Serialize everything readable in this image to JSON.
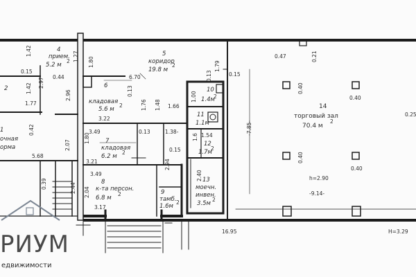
{
  "rooms": {
    "priem": {
      "number": "4",
      "name": "прием.",
      "area": "5.2 м"
    },
    "koridor": {
      "number": "5",
      "name": "коридор",
      "area": "19.8 м"
    },
    "kladovaya6": {
      "number": "6",
      "name": "кладовая",
      "area": "5.6 м"
    },
    "kladovaya7": {
      "number": "7",
      "name": "кладовая",
      "area": "6.2 м"
    },
    "personal": {
      "number": "8",
      "name": "к-та персон.",
      "area": "6.8 м"
    },
    "tambur": {
      "number": "9",
      "name": "тамб.",
      "area": "1.6м"
    },
    "room10": {
      "number": "10",
      "area": "1.4м"
    },
    "room11": {
      "number": "11",
      "area": "1.1м"
    },
    "room12": {
      "number": "12",
      "area": "1.7м"
    },
    "moechn": {
      "number": "13",
      "name1": "моечн.",
      "name2": "инвен.",
      "area": "3.5м"
    },
    "torg": {
      "number": "14",
      "name": "торговый зал",
      "area": "70.4 м"
    },
    "left_room": {
      "name1": "очная",
      "name2": "орма"
    },
    "left_num2": "2",
    "left_num1": "1"
  },
  "sup": "2",
  "dims": {
    "d1_42a": "1.42",
    "d1_42b": "1.42",
    "d0_15a": "0.15",
    "d2_97": "2.97",
    "d0_44": "0.44",
    "d1_27": "1.27",
    "d1_80a": "1.80",
    "d1_77": "1.77",
    "d2_96": "2.96",
    "d0_42": "0.42",
    "d2_07": "2.07",
    "d5_68": "5.68",
    "d0_39": "0.39",
    "d2_44": "2.44",
    "d6_70": "6.70",
    "d0_13a": "0.13",
    "d1_76": "1.76",
    "d1_48": "1.48",
    "d1_66": "1.66",
    "d3_22": "3.22",
    "d3_49a": "3.49",
    "d0_13b": "0.13",
    "d1_38": "1.38-",
    "d1_80b": "1.80",
    "d0_15b": "0.15",
    "d3_21": "3.21",
    "d2_94": "2.94",
    "d3_49b": "3.49",
    "d2_04": "2.04",
    "d3_17": "3.17",
    "d2_40": "2.40",
    "d1_79": "1.79",
    "d0_13c": "0.13",
    "d0_15c": "0.15",
    "d1_00": "1.00",
    "d1_54": "1.54",
    "d1_6": "1.6",
    "d7_85": "-7.85-",
    "d0_47": "0.47",
    "d0_21": "0.21",
    "d0_40a": "0.40",
    "d0_40b": "0.40",
    "d0_40c": "0.40",
    "d0_40d": "0.40",
    "d0_25": "0.25",
    "h2_90": "h=2.90",
    "d9_14": "-9.14-",
    "d16_95": "16.95",
    "h3_29": "H=3.29"
  },
  "watermark": {
    "text": "РИУМ",
    "subtitle": "едвижимости"
  }
}
